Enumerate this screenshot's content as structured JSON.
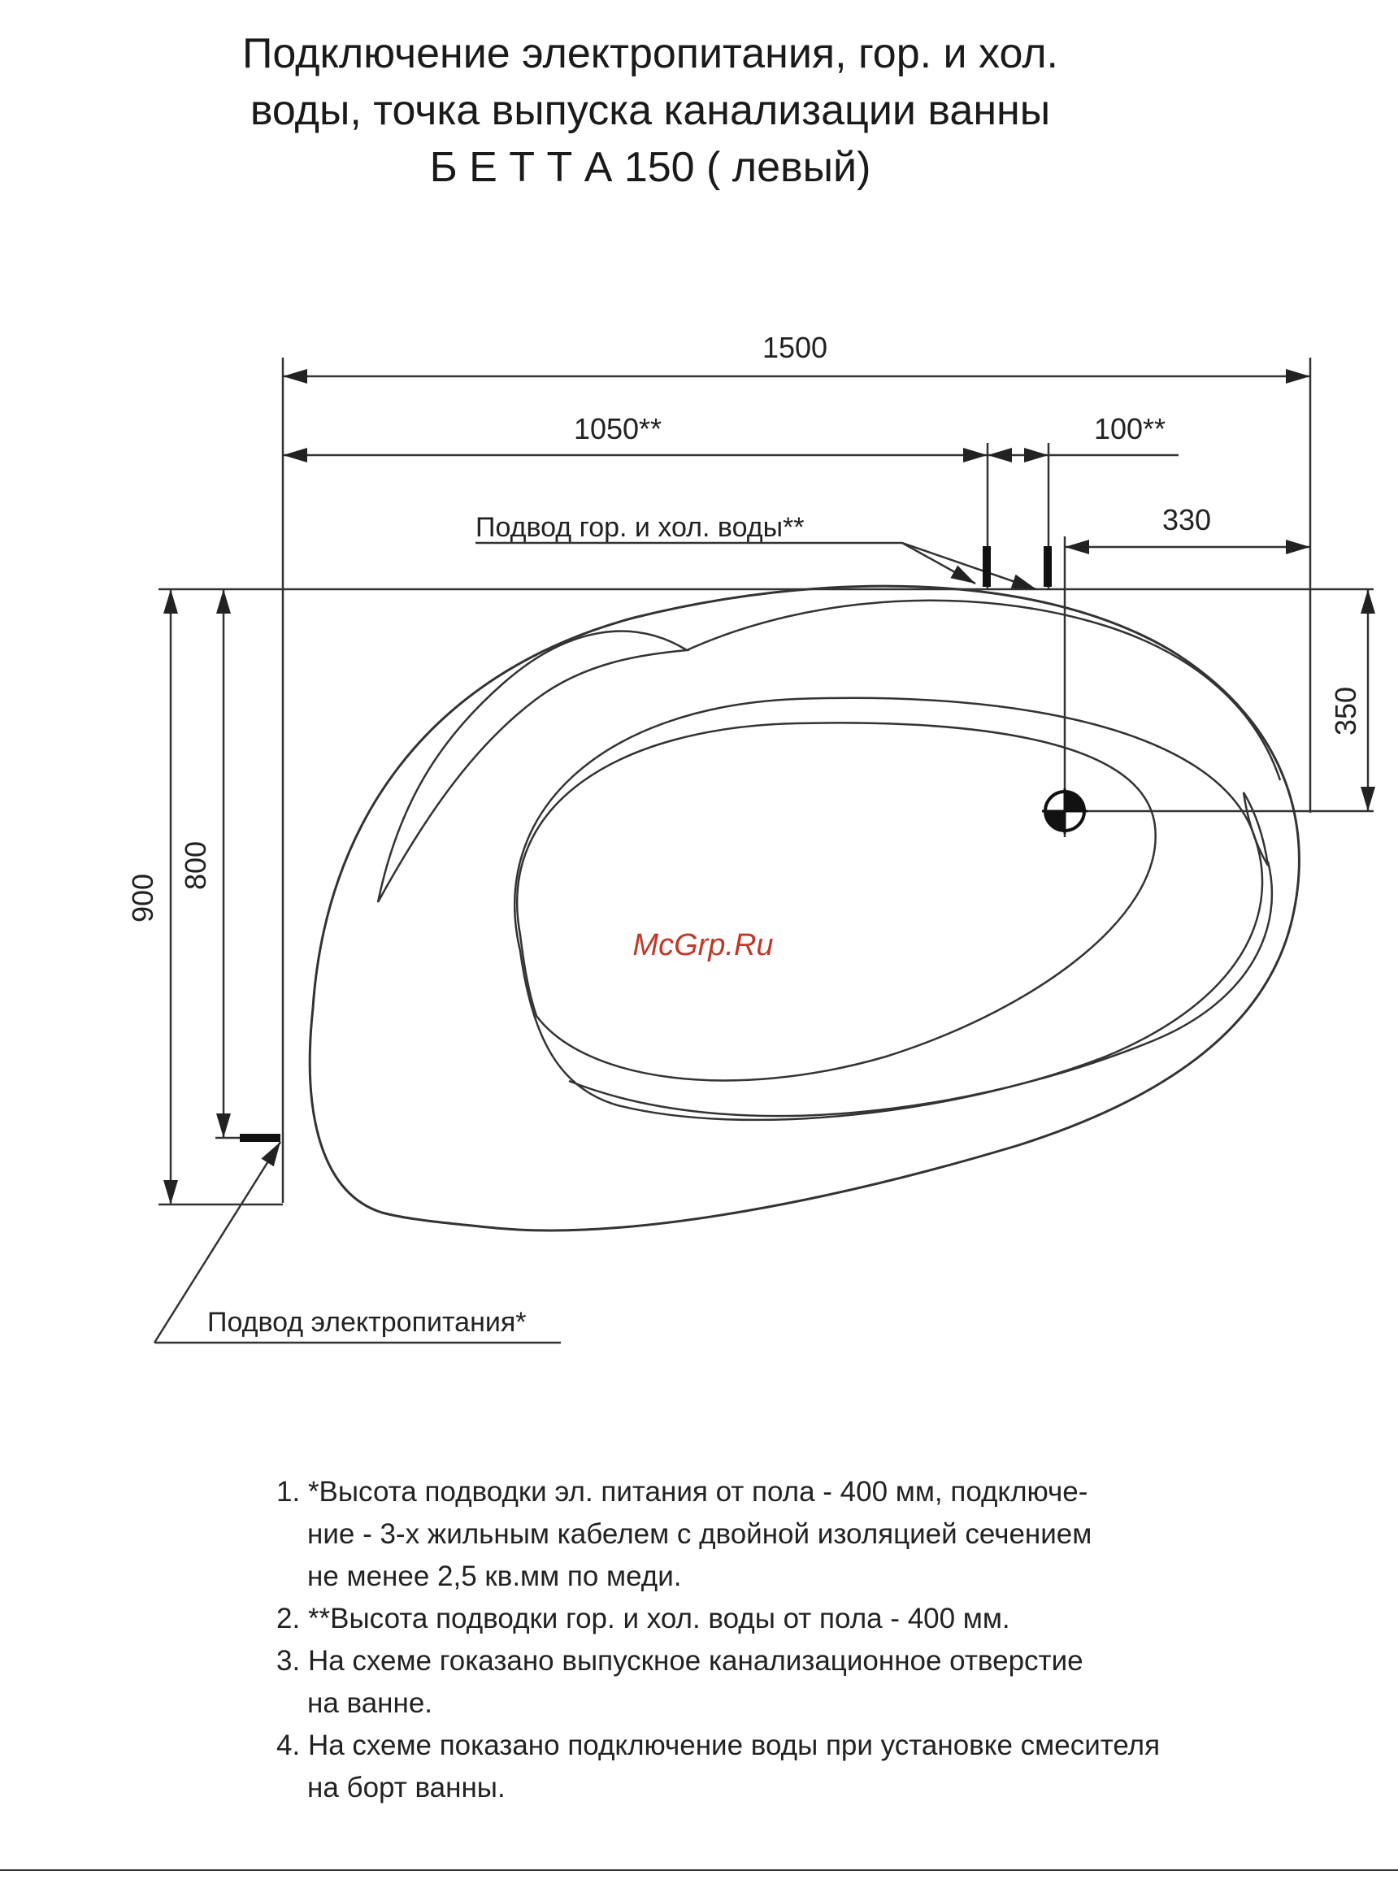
{
  "title": {
    "line1": "Подключение электропитания, гор. и хол.",
    "line2": "воды, точка выпуска канализации ванны",
    "line3": "Б Е Т Т А 150  ( левый)"
  },
  "dimensions": {
    "total_width": "1500",
    "water_left": "1050**",
    "water_spacing": "100**",
    "drain_right": "330",
    "drain_depth": "350",
    "total_depth": "900",
    "inner_depth": "800"
  },
  "labels": {
    "water_supply": "Подвод гор. и хол. воды**",
    "power_supply": "Подвод электропитания*"
  },
  "watermark": "McGrp.Ru",
  "notes": [
    {
      "num": "1.",
      "lines": [
        "*Высота подводки эл. питания от пола - 400 мм, подключе-",
        "ние - 3-х жильным кабелем с двойной изоляцией сечением",
        "не менее 2,5 кв.мм по меди."
      ]
    },
    {
      "num": "2.",
      "lines": [
        "**Высота подводки гор. и хол. воды от пола - 400 мм."
      ]
    },
    {
      "num": "3.",
      "lines": [
        "На схеме гоказано выпускное канализационное отверстие",
        "на ванне."
      ]
    },
    {
      "num": "4.",
      "lines": [
        "На схеме показано подключение воды при установке смесителя",
        "на борт ванны."
      ]
    }
  ]
}
